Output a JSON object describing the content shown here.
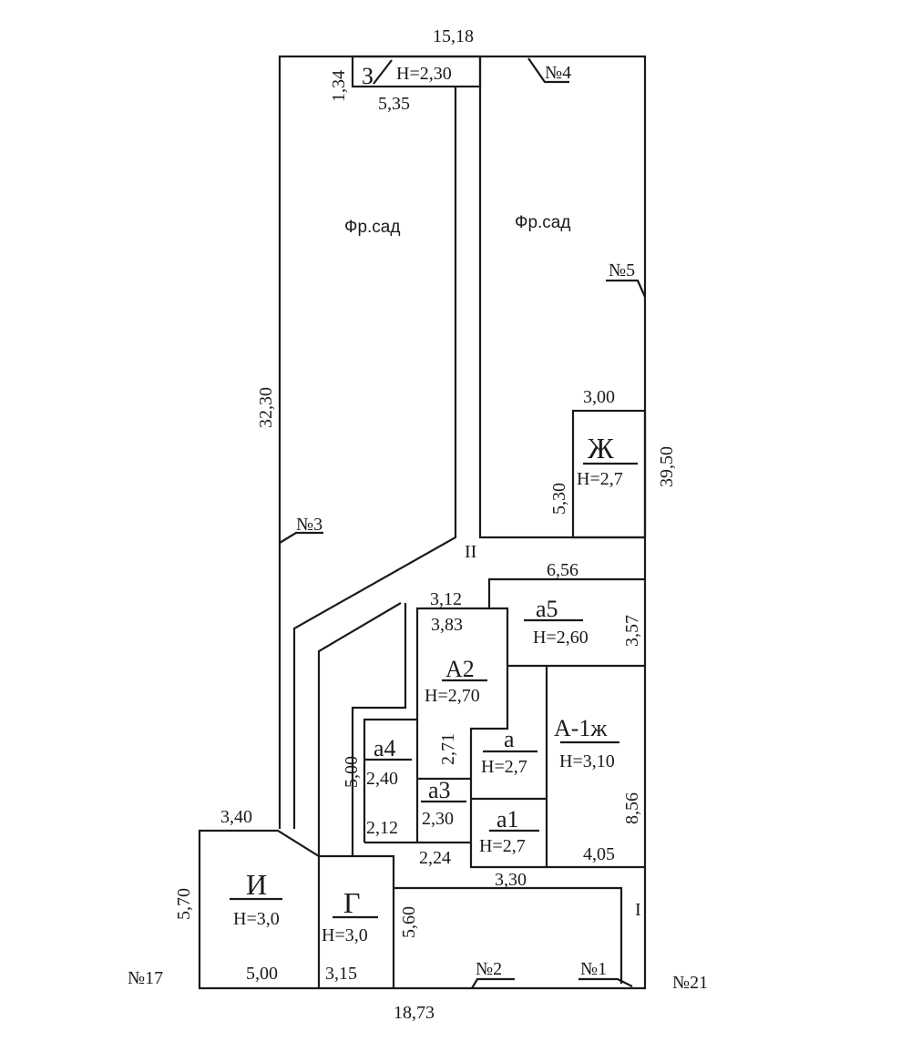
{
  "title": "Site plan",
  "dimensions": {
    "top": "15,18",
    "bottom": "18,73",
    "left": "32,30",
    "right": "39,50",
    "z_width": "5,35",
    "z_height": "1,34",
    "zh_width": "3,00",
    "zh_height": "5,30",
    "a5_width": "6,56",
    "a5_height": "3,57",
    "a2_outer": "3,12",
    "a2_width": "3,83",
    "a2_side": "2,71",
    "a4_width": "2,40",
    "a4_bottom": "2,12",
    "a4_side": "5,00",
    "a3_width": "2,30",
    "bottom_a3": "2,24",
    "a1zh_height": "8,56",
    "a1zh_width": "4,05",
    "i_width_top": "3,40",
    "i_height": "5,70",
    "i_width": "5,00",
    "g_width": "3,15",
    "g_height": "5,60",
    "yard_width": "3,30"
  },
  "rooms": {
    "z": {
      "label": "З",
      "height": "Н=2,30"
    },
    "zh": {
      "label": "Ж",
      "height": "Н=2,7"
    },
    "a5": {
      "label": "а5",
      "height": "Н=2,60"
    },
    "a2": {
      "label": "А2",
      "height": "Н=2,70"
    },
    "a": {
      "label": "а",
      "height": "Н=2,7"
    },
    "a1zh": {
      "label": "А-1ж",
      "height": "Н=3,10"
    },
    "a4": {
      "label": "а4"
    },
    "a3": {
      "label": "а3"
    },
    "a1": {
      "label": "а1",
      "height": "Н=2,7"
    },
    "i": {
      "label": "И",
      "height": "Н=3,0"
    },
    "g": {
      "label": "Г",
      "height": "Н=3,0"
    }
  },
  "areas": {
    "garden_left": "Фр.сад",
    "garden_right": "Фр.сад",
    "yard_ii": "II",
    "yard_i": "I"
  },
  "points": {
    "p1": "№1",
    "p2": "№2",
    "p3": "№3",
    "p4": "№4",
    "p5": "№5",
    "p17": "№17",
    "p21": "№21"
  }
}
